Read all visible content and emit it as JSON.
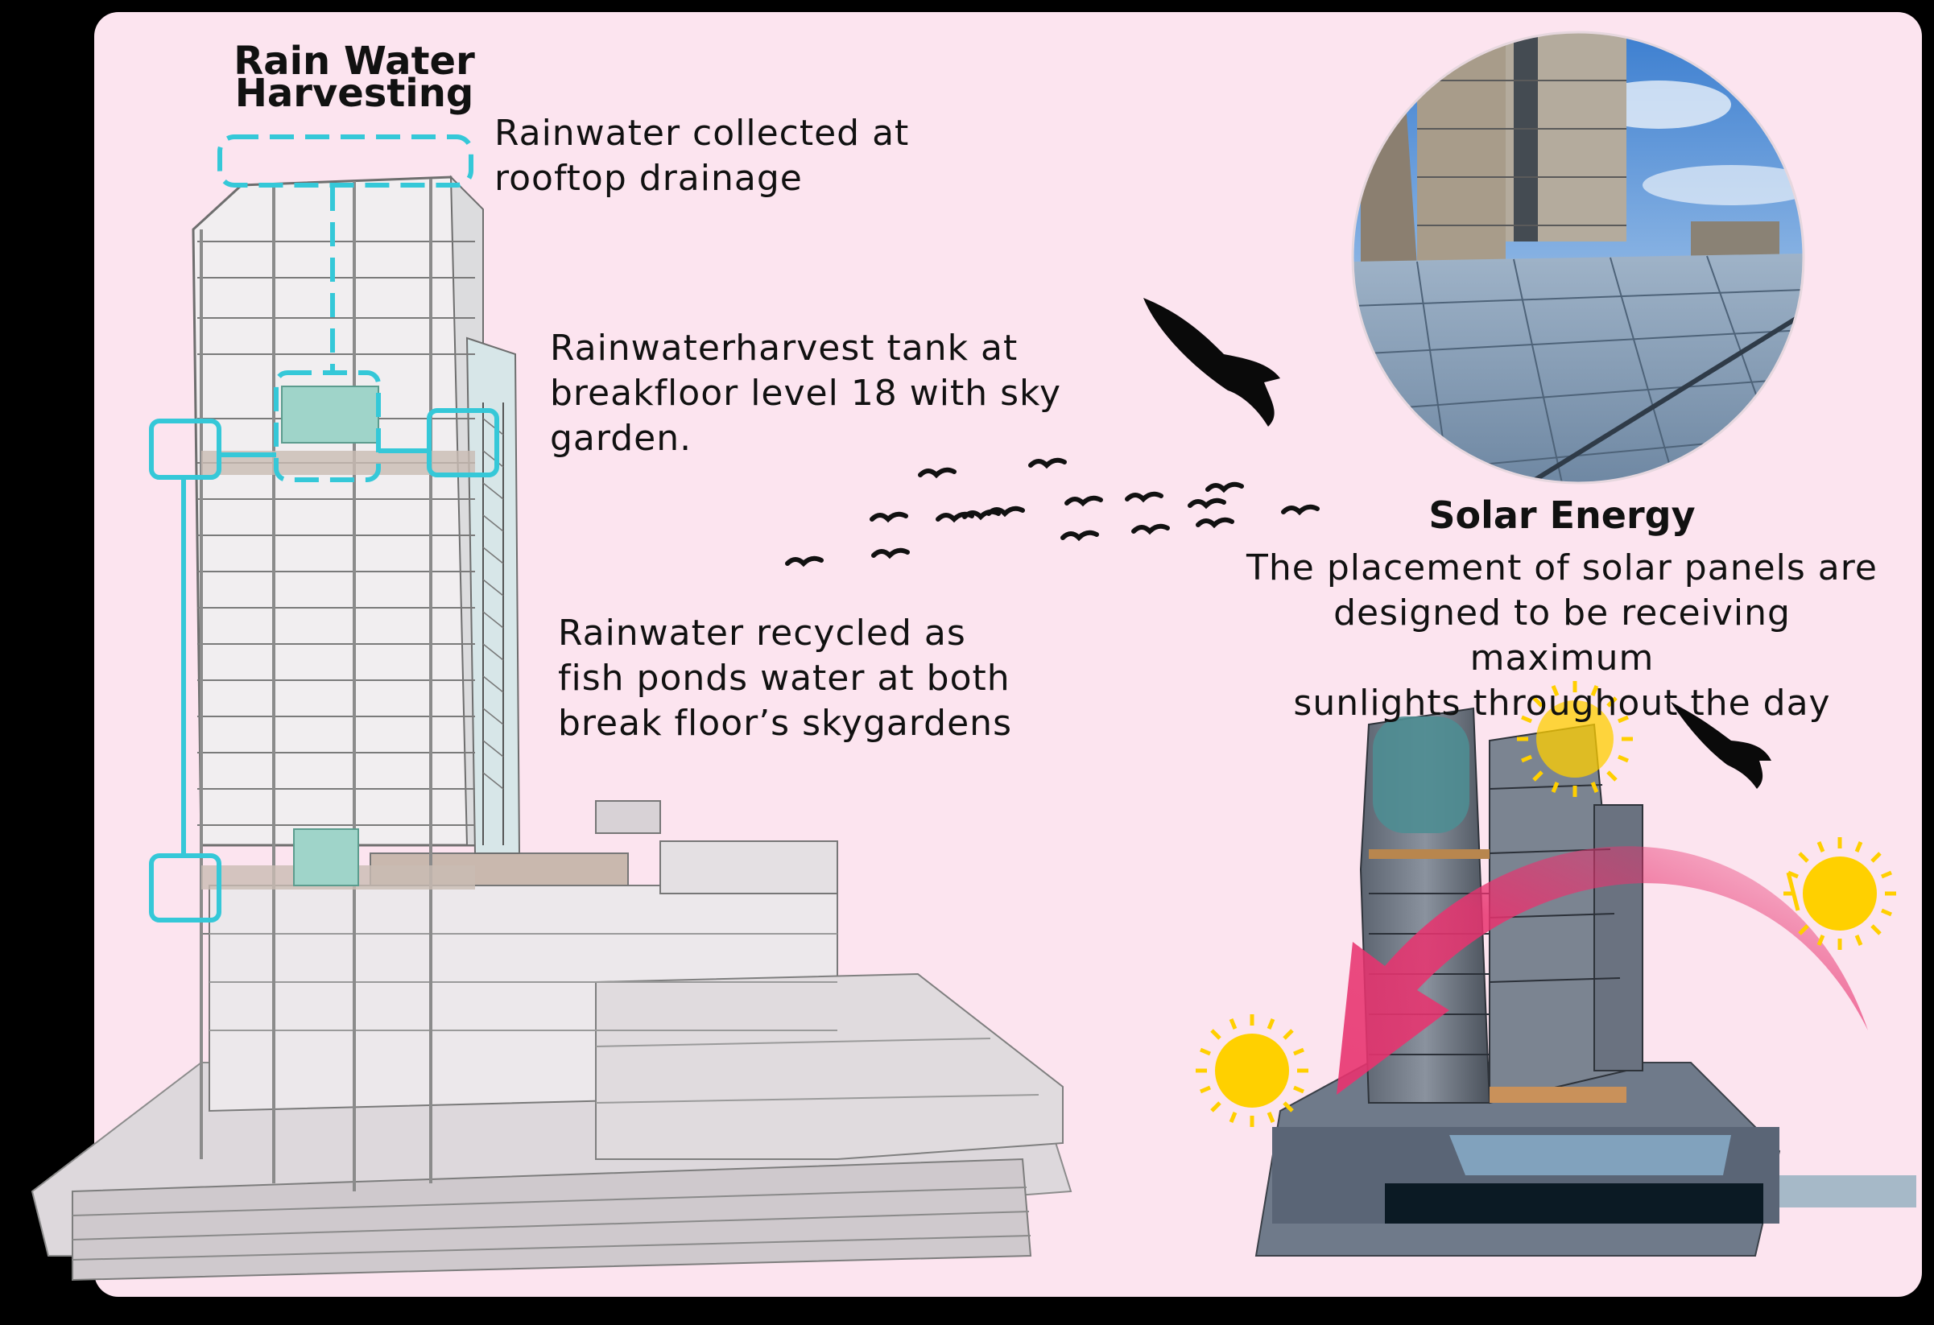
{
  "rain": {
    "title": "Rain Water\nHarvesting",
    "note_rooftop": "Rainwater collected at\nrooftop drainage",
    "note_tank": "Rainwaterharvest tank at\nbreakfloor level 18 with sky\ngarden.",
    "note_recycle": "Rainwater recycled as\nfish ponds water at both\nbreak floor’s skygardens"
  },
  "solar": {
    "title": "Solar Energy",
    "description": "The placement of solar panels are\ndesigned to be receiving maximum\nsunlights throughout the day"
  },
  "colors": {
    "background": "#fce4ef",
    "frame": "#000000",
    "water_pipe": "#35c8d8",
    "sun": "#ffcf00",
    "sun_path_arrow": "#e8336f"
  },
  "icons": [
    "bird-icon",
    "eagle-icon",
    "sun-icon"
  ]
}
